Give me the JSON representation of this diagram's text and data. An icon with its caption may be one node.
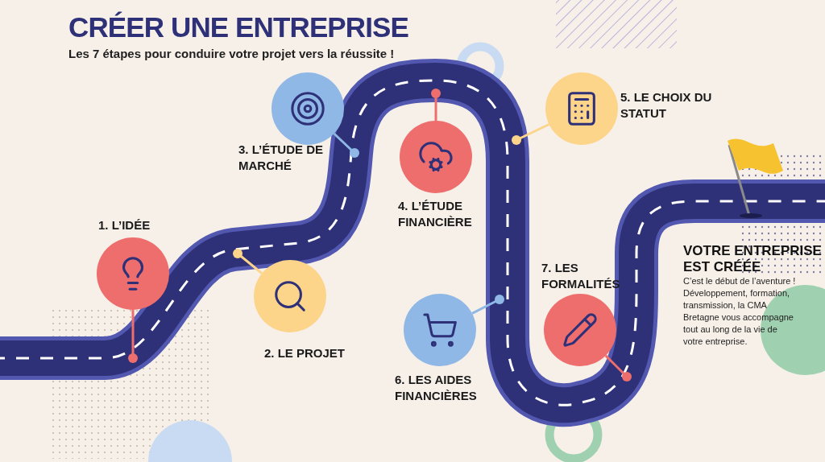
{
  "diagram": {
    "title": "CRÉER UNE ENTREPRISE",
    "nodes": [
      {
        "text": [
          "1. L’IDÉE"
        ]
      },
      {
        "text": [],
        "shape": "circle"
      },
      {
        "text": [
          "2. LE PROJET"
        ]
      },
      {
        "text": [],
        "shape": "circle"
      },
      {
        "text": [
          "3. L’ÉTUDE DE MARCHÉ"
        ]
      },
      {
        "text": [],
        "shape": "circle"
      },
      {
        "text": [],
        "shape": "circle"
      },
      {
        "text": [
          "4. L’ÉTUDE FINANCIÈRE"
        ]
      },
      {
        "text": [],
        "shape": "circle"
      },
      {
        "text": [
          "5. LE CHOIX DU STATUT"
        ]
      },
      {
        "text": [
          "7. LES FORMALITÉS"
        ]
      },
      {
        "text": [
          "VOTRE ENTREPRISE EST CRÉÉE",
          "C’est le début de l’aventure ! Développement, formation, transmission, la CMA Bretagne vous accompagne tout au long de la vie de votre entreprise."
        ]
      },
      {
        "text": [],
        "shape": "circle"
      },
      {
        "text": [],
        "shape": "circle"
      },
      {
        "text": [
          "6. LES AIDES FINANCIÈRES"
        ]
      }
    ],
    "edges": [
      {
        "from": 1,
        "to": null,
        "arrow": "other"
      },
      {
        "from": 3,
        "to": null,
        "arrow": "other",
        "color": "#fcd58a"
      },
      {
        "from": 5,
        "to": null,
        "arrow": "other",
        "color": "#8fb8e6"
      },
      {
        "from": 6,
        "to": null,
        "arrow": "other"
      },
      {
        "from": 8,
        "to": null,
        "arrow": "other",
        "color": "#fcd58a"
      },
      {
        "from": 12,
        "to": null,
        "arrow": "other",
        "color": "#8fb8e6"
      },
      {
        "from": 13,
        "to": null,
        "arrow": "other"
      }
    ],
    "labels": [
      "Les 7 étapes pour conduire votre projet vers la réussite !"
    ]
  }
}
